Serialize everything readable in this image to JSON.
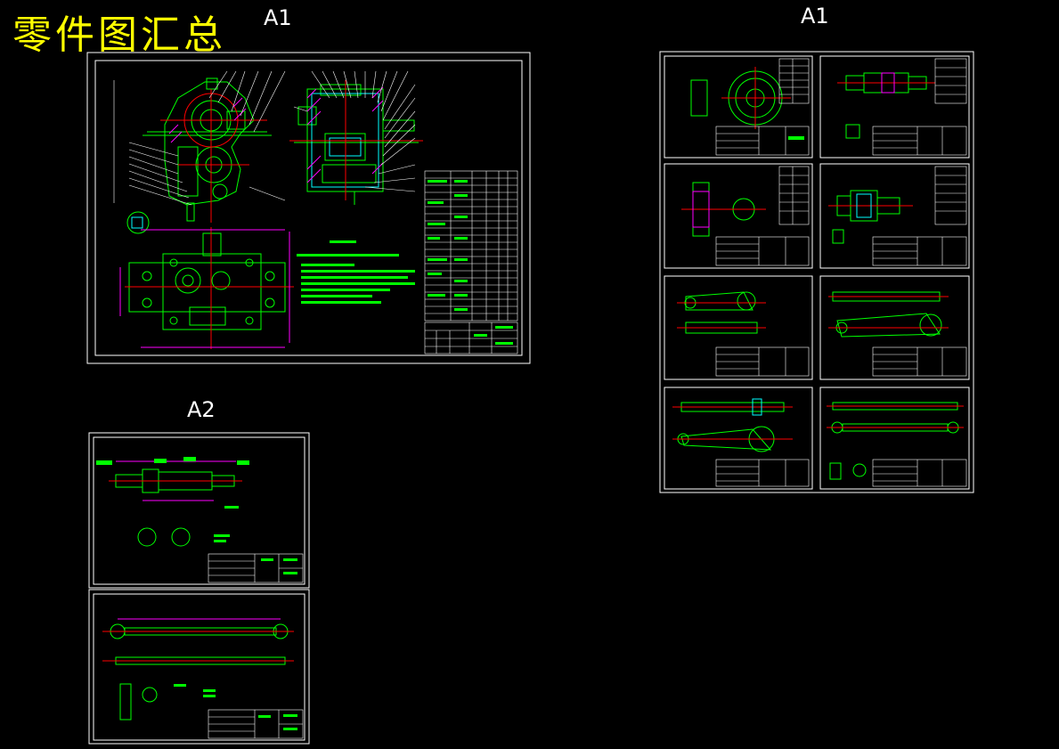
{
  "title": "零件图汇总",
  "labels": {
    "a1_left": "A1",
    "a1_right": "A1",
    "a2": "A2"
  },
  "colors": {
    "background": "#000000",
    "frame": "#ffffff",
    "title": "#ffff00",
    "outline": "#00ff00",
    "centerline": "#ff0000",
    "hidden": "#00ffff",
    "hatch": "#ff00ff"
  }
}
